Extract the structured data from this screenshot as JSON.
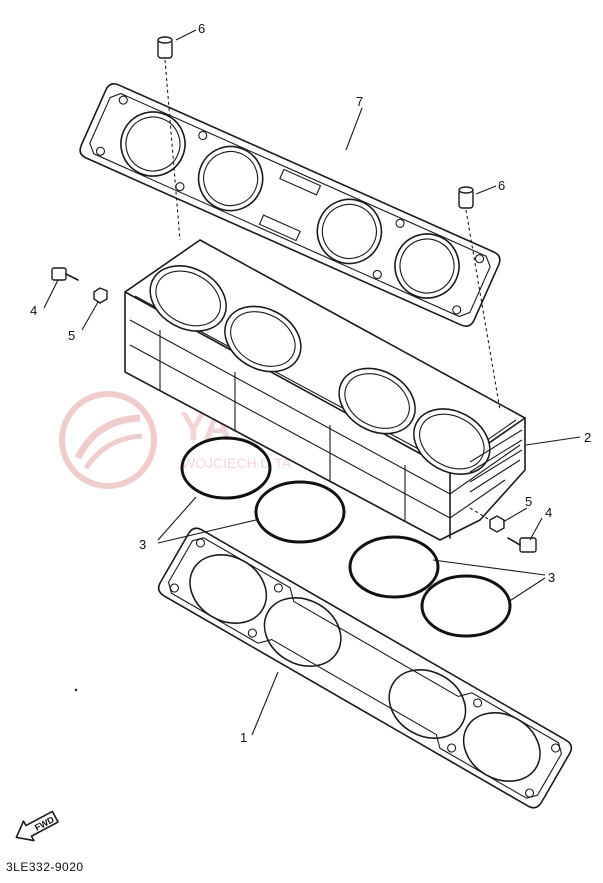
{
  "watermark": {
    "text_large": "YA   S  .E  .PL",
    "text_small": "WOJCIECH       D       TA",
    "color": "#e3a5a5"
  },
  "callouts": {
    "c1": "1",
    "c2": "2",
    "c3a": "3",
    "c3b": "3",
    "c4a": "4",
    "c4b": "4",
    "c5a": "5",
    "c5b": "5",
    "c6a": "6",
    "c6b": "6",
    "c7": "7"
  },
  "fwd_label": "FWD",
  "diagram_code": "3LE332-9020"
}
